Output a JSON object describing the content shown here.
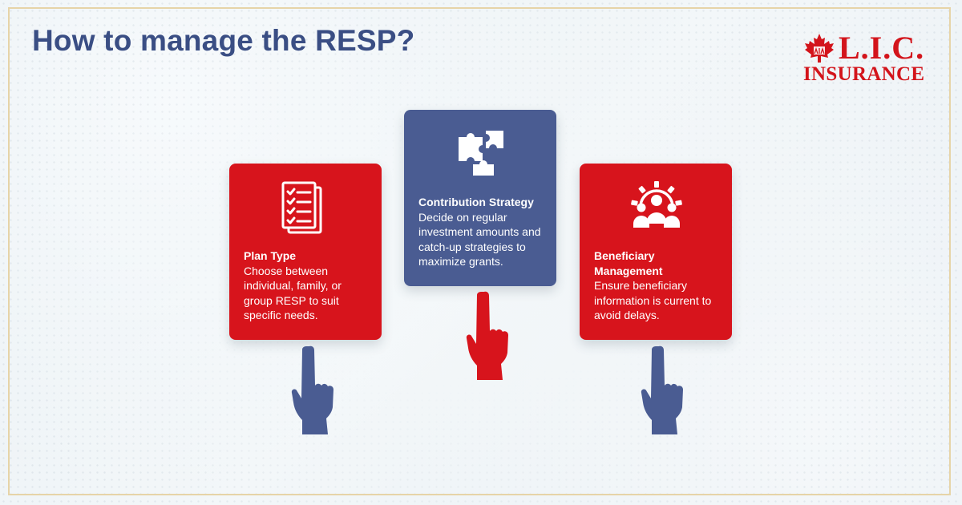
{
  "title": "How to manage the RESP?",
  "logo": {
    "mark": "L.I.C.",
    "sub": "INSURANCE"
  },
  "colors": {
    "title": "#3a4e84",
    "red": "#d7141c",
    "blue": "#4a5c92",
    "hand_blue": "#4a5c92",
    "hand_red": "#d7141c"
  },
  "cards": [
    {
      "heading": "Plan Type",
      "description": "Choose between individual, family, or group RESP to suit specific needs.",
      "icon": "checklist-icon",
      "color": "red"
    },
    {
      "heading": "Contribution Strategy",
      "description": "Decide on regular investment amounts and catch-up strategies to maximize grants.",
      "icon": "puzzle-icon",
      "color": "blue"
    },
    {
      "heading": "Beneficiary Management",
      "description": "Ensure beneficiary information is current to avoid delays.",
      "icon": "team-gear-icon",
      "color": "red"
    }
  ]
}
